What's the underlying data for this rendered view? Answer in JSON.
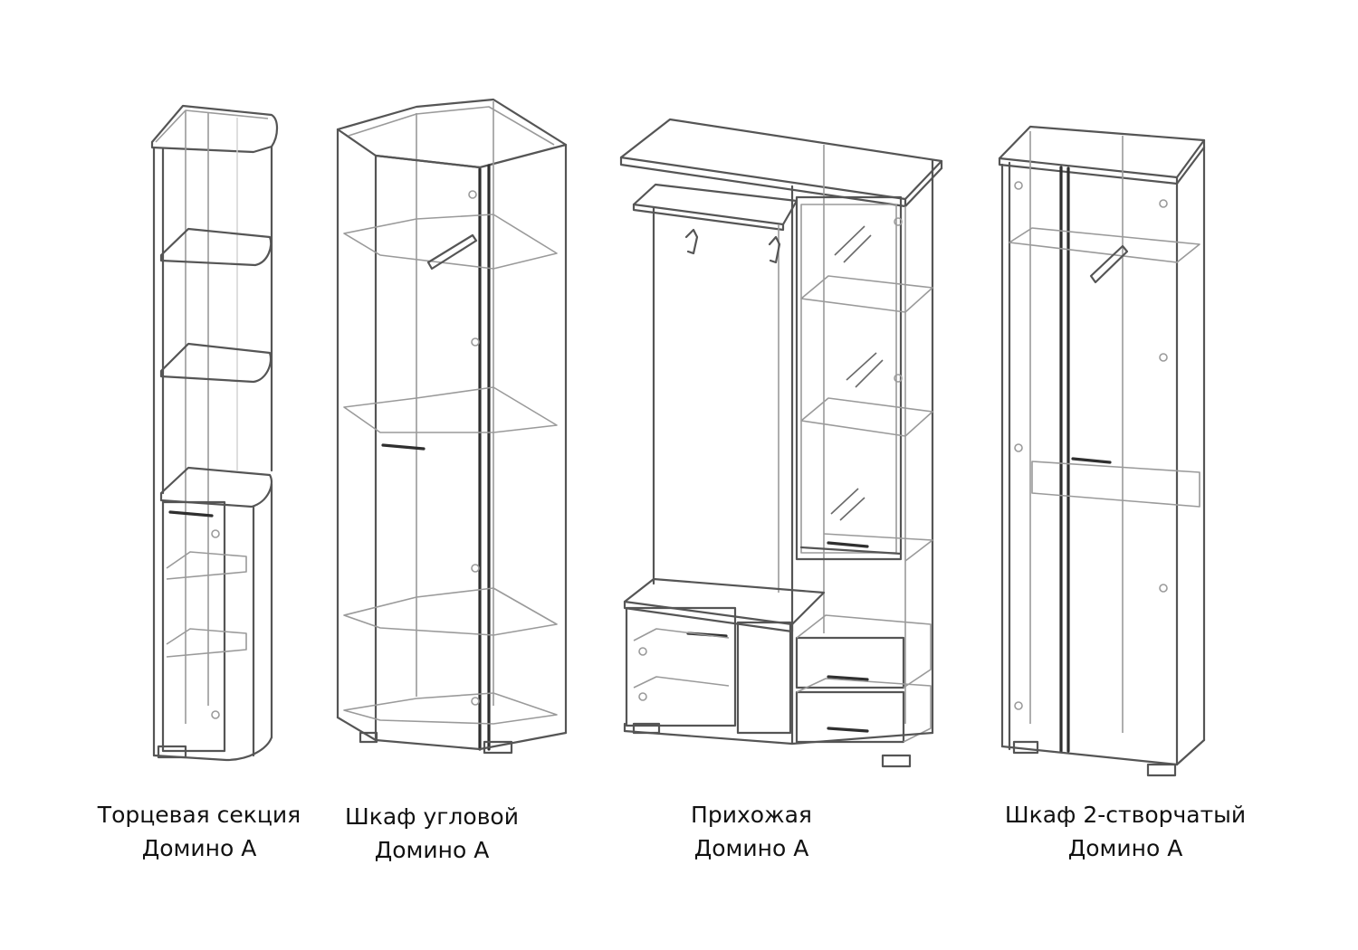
{
  "items": [
    {
      "name": "Торцевая секция",
      "series": "Домино А"
    },
    {
      "name": "Шкаф угловой",
      "series": "Домино А"
    },
    {
      "name": "Прихожая",
      "series": "Домино А"
    },
    {
      "name": "Шкаф 2-створчатый",
      "series": "Домино А"
    }
  ]
}
